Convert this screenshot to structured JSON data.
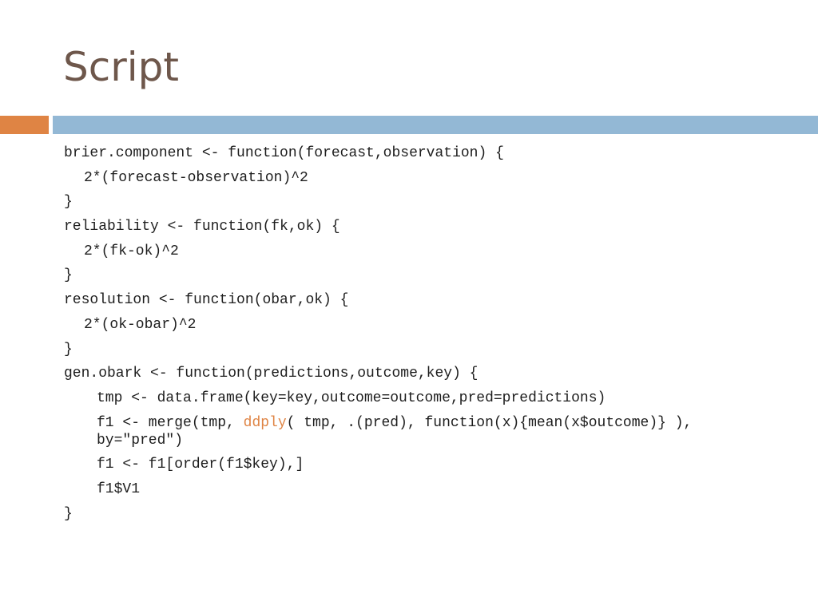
{
  "slide": {
    "title": "Script",
    "colors": {
      "title": "#6e574b",
      "accent_bar": "#df8444",
      "main_bar": "#93b8d5",
      "highlight": "#df8444"
    }
  },
  "code": {
    "l1": "brier.component <- function(forecast,observation) {",
    "l2": "2*(forecast-observation)^2",
    "l3": "}",
    "l4": "reliability <- function(fk,ok) {",
    "l5": "2*(fk-ok)^2",
    "l6": "}",
    "l7": "resolution <- function(obar,ok) {",
    "l8": "2*(ok-obar)^2",
    "l9": "}",
    "l10": "gen.obark <- function(predictions,outcome,key) {",
    "l11": "tmp <- data.frame(key=key,outcome=outcome,pred=predictions)",
    "l12_a": "f1 <- merge(tmp, ",
    "l12_fn": "ddply",
    "l12_b": "( tmp, .(pred), function(x){mean(x$outcome)} ), by=\"pred\")",
    "l13": "f1 <- f1[order(f1$key),]",
    "l14": "f1$V1",
    "l15": "}"
  }
}
